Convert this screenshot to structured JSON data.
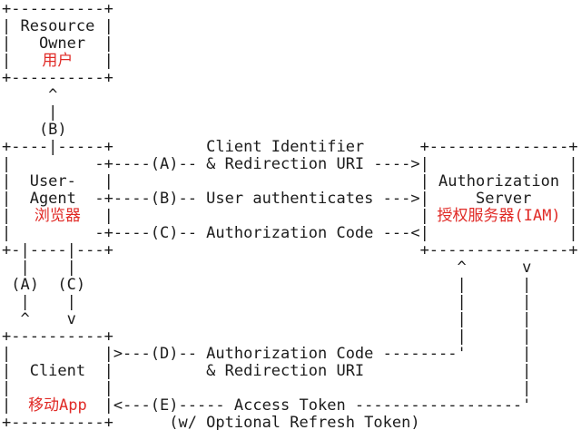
{
  "colors": {
    "background": "#ffffff",
    "ink": "#1c1c1c",
    "accent_red": "#e02a26"
  },
  "entities": {
    "boxes": [
      {
        "en": "Resource Owner",
        "cn": "用户"
      },
      {
        "en": "User-Agent",
        "cn": "浏览器"
      },
      {
        "en": "Authorization Server",
        "cn": "授权服务器(IAM)"
      },
      {
        "en": "Client",
        "cn": "移动App"
      }
    ],
    "steps": [
      {
        "id": "(A)",
        "label": "Client Identifier & Redirection URI"
      },
      {
        "id": "(B)",
        "label": "User authenticates"
      },
      {
        "id": "(C)",
        "label": "Authorization Code"
      },
      {
        "id": "(D)",
        "label": "Authorization Code & Redirection URI"
      },
      {
        "id": "(E)",
        "label": "Access Token (w/ Optional Refresh Token)"
      }
    ]
  },
  "diagram": {
    "lines": [
      [
        {
          "t": "+----------+"
        }
      ],
      [
        {
          "t": "| Resource |"
        }
      ],
      [
        {
          "t": "|   Owner  |"
        }
      ],
      [
        {
          "t": "|"
        },
        {
          "t": "用户",
          "red": true,
          "w": 10,
          "name": "resource-owner-cn-label"
        },
        {
          "t": "|"
        }
      ],
      [
        {
          "t": "+----------+"
        }
      ],
      [
        {
          "t": "     ^"
        }
      ],
      [
        {
          "t": "     |"
        }
      ],
      [
        {
          "t": "    (B)"
        }
      ],
      [
        {
          "t": "+----|-----+          Client Identifier      +---------------+"
        }
      ],
      [
        {
          "t": "|         -+----(A)-- & Redirection URI ---->|               |"
        }
      ],
      [
        {
          "t": "|  User-   |                                 | Authorization |"
        }
      ],
      [
        {
          "t": "|  Agent  -+----(B)-- User authenticates --->|     Server    |"
        }
      ],
      [
        {
          "t": "|"
        },
        {
          "t": "浏览器",
          "red": true,
          "w": 10,
          "name": "user-agent-cn-label"
        },
        {
          "t": "|                                 |"
        },
        {
          "t": "授权服务器(IAM)",
          "red": true,
          "w": 15,
          "name": "auth-server-cn-label"
        },
        {
          "t": "|"
        }
      ],
      [
        {
          "t": "|         -+----(C)-- Authorization Code ---<|               |"
        }
      ],
      [
        {
          "t": "+-|----|---+                                 +---------------+"
        }
      ],
      [
        {
          "t": "  |    |                                         ^      v"
        }
      ],
      [
        {
          "t": " (A)  (C)                                        |      |"
        }
      ],
      [
        {
          "t": "  |    |                                         |      |"
        }
      ],
      [
        {
          "t": "  ^    v                                         |      |"
        }
      ],
      [
        {
          "t": "+----------+                                     |      |"
        }
      ],
      [
        {
          "t": "|          |>---(D)-- Authorization Code --------'      |"
        }
      ],
      [
        {
          "t": "|  Client  |          & Redirection URI                 |"
        }
      ],
      [
        {
          "t": "|          |                                            |"
        }
      ],
      [
        {
          "t": "|"
        },
        {
          "t": "移动App",
          "red": true,
          "w": 10,
          "name": "client-cn-label"
        },
        {
          "t": "|<---(E)----- Access Token ------------------'"
        }
      ],
      [
        {
          "t": "+----------+      (w/ Optional Refresh Token)"
        }
      ]
    ]
  }
}
